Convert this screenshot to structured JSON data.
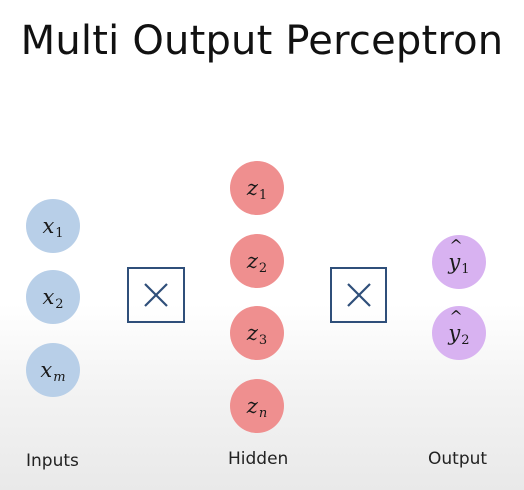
{
  "title": "Multi Output Perceptron",
  "colors": {
    "input_node": "#b8cfe8",
    "hidden_node": "#ef8f8f",
    "output_node": "#d8b2f1",
    "box_border": "#2f4f7a"
  },
  "inputs": [
    {
      "var": "x",
      "sub": "1"
    },
    {
      "var": "x",
      "sub": "2"
    },
    {
      "var": "x",
      "sub": "m"
    }
  ],
  "hidden": [
    {
      "var": "z",
      "sub": "1"
    },
    {
      "var": "z",
      "sub": "2"
    },
    {
      "var": "z",
      "sub": "3"
    },
    {
      "var": "z",
      "sub": "n"
    }
  ],
  "outputs": [
    {
      "var": "y",
      "sub": "1"
    },
    {
      "var": "y",
      "sub": "2"
    }
  ],
  "labels": {
    "inputs": "Inputs",
    "hidden": "Hidden",
    "output": "Output"
  }
}
